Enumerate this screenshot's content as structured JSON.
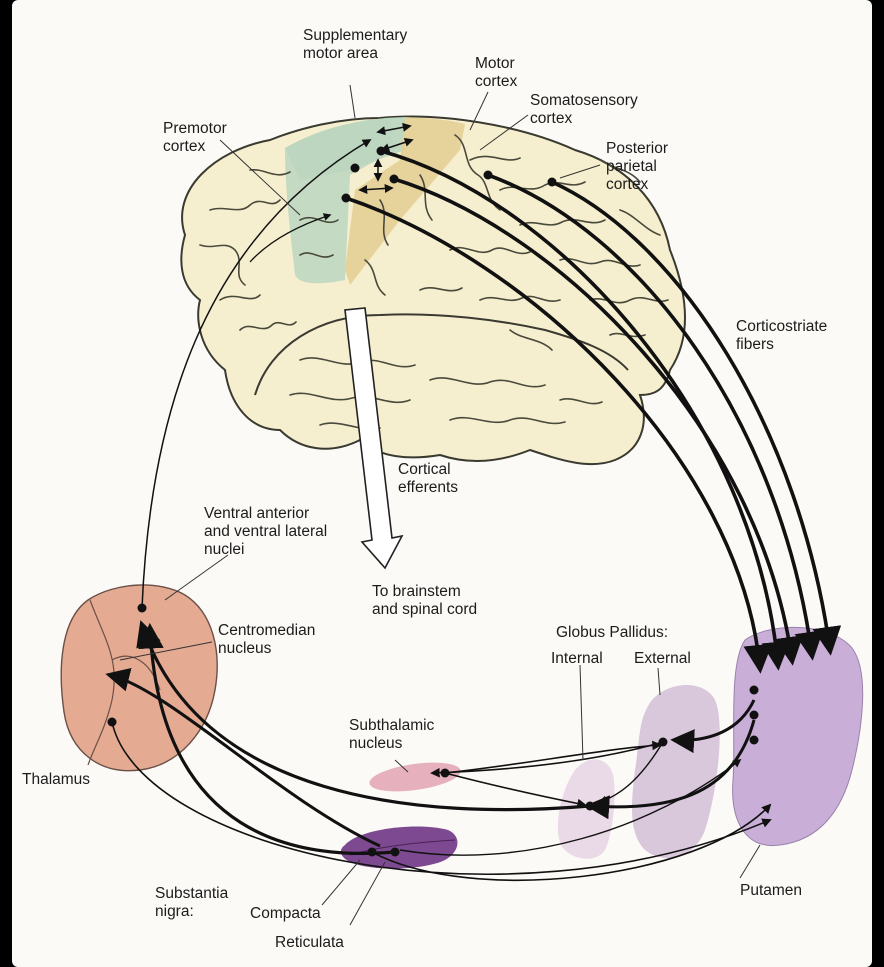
{
  "labels": {
    "supplementary_motor_area": [
      "Supplementary",
      "motor area"
    ],
    "motor_cortex": [
      "Motor",
      "cortex"
    ],
    "somatosensory_cortex": [
      "Somatosensory",
      "cortex"
    ],
    "premotor_cortex": [
      "Premotor",
      "cortex"
    ],
    "posterior_parietal_cortex": [
      "Posterior",
      "parietal",
      "cortex"
    ],
    "corticostriate_fibers": [
      "Corticostriate",
      "fibers"
    ],
    "cortical_efferents": [
      "Cortical",
      "efferents"
    ],
    "va_vl_nuclei": [
      "Ventral anterior",
      "and ventral lateral",
      "nuclei"
    ],
    "to_brainstem": [
      "To brainstem",
      "and spinal cord"
    ],
    "centromedian_nucleus": [
      "Centromedian",
      "nucleus"
    ],
    "globus_pallidus": "Globus Pallidus:",
    "gp_internal": "Internal",
    "gp_external": "External",
    "subthalamic_nucleus": [
      "Subthalamic",
      "nucleus"
    ],
    "thalamus": "Thalamus",
    "putamen": "Putamen",
    "substantia_nigra": [
      "Substantia",
      "nigra:"
    ],
    "compacta": "Compacta",
    "reticulata": "Reticulata"
  },
  "colors": {
    "brain": "#f6efcf",
    "premotor_area": "#bcd6c0",
    "motor_area": "#e3cf95",
    "thalamus": "#e4aa92",
    "putamen": "#c9aed8",
    "gp_external": "#d9c7dc",
    "gp_internal": "#ead9e6",
    "subthalamic": "#e6b0bc",
    "substantia_nigra": "#7d4990"
  }
}
